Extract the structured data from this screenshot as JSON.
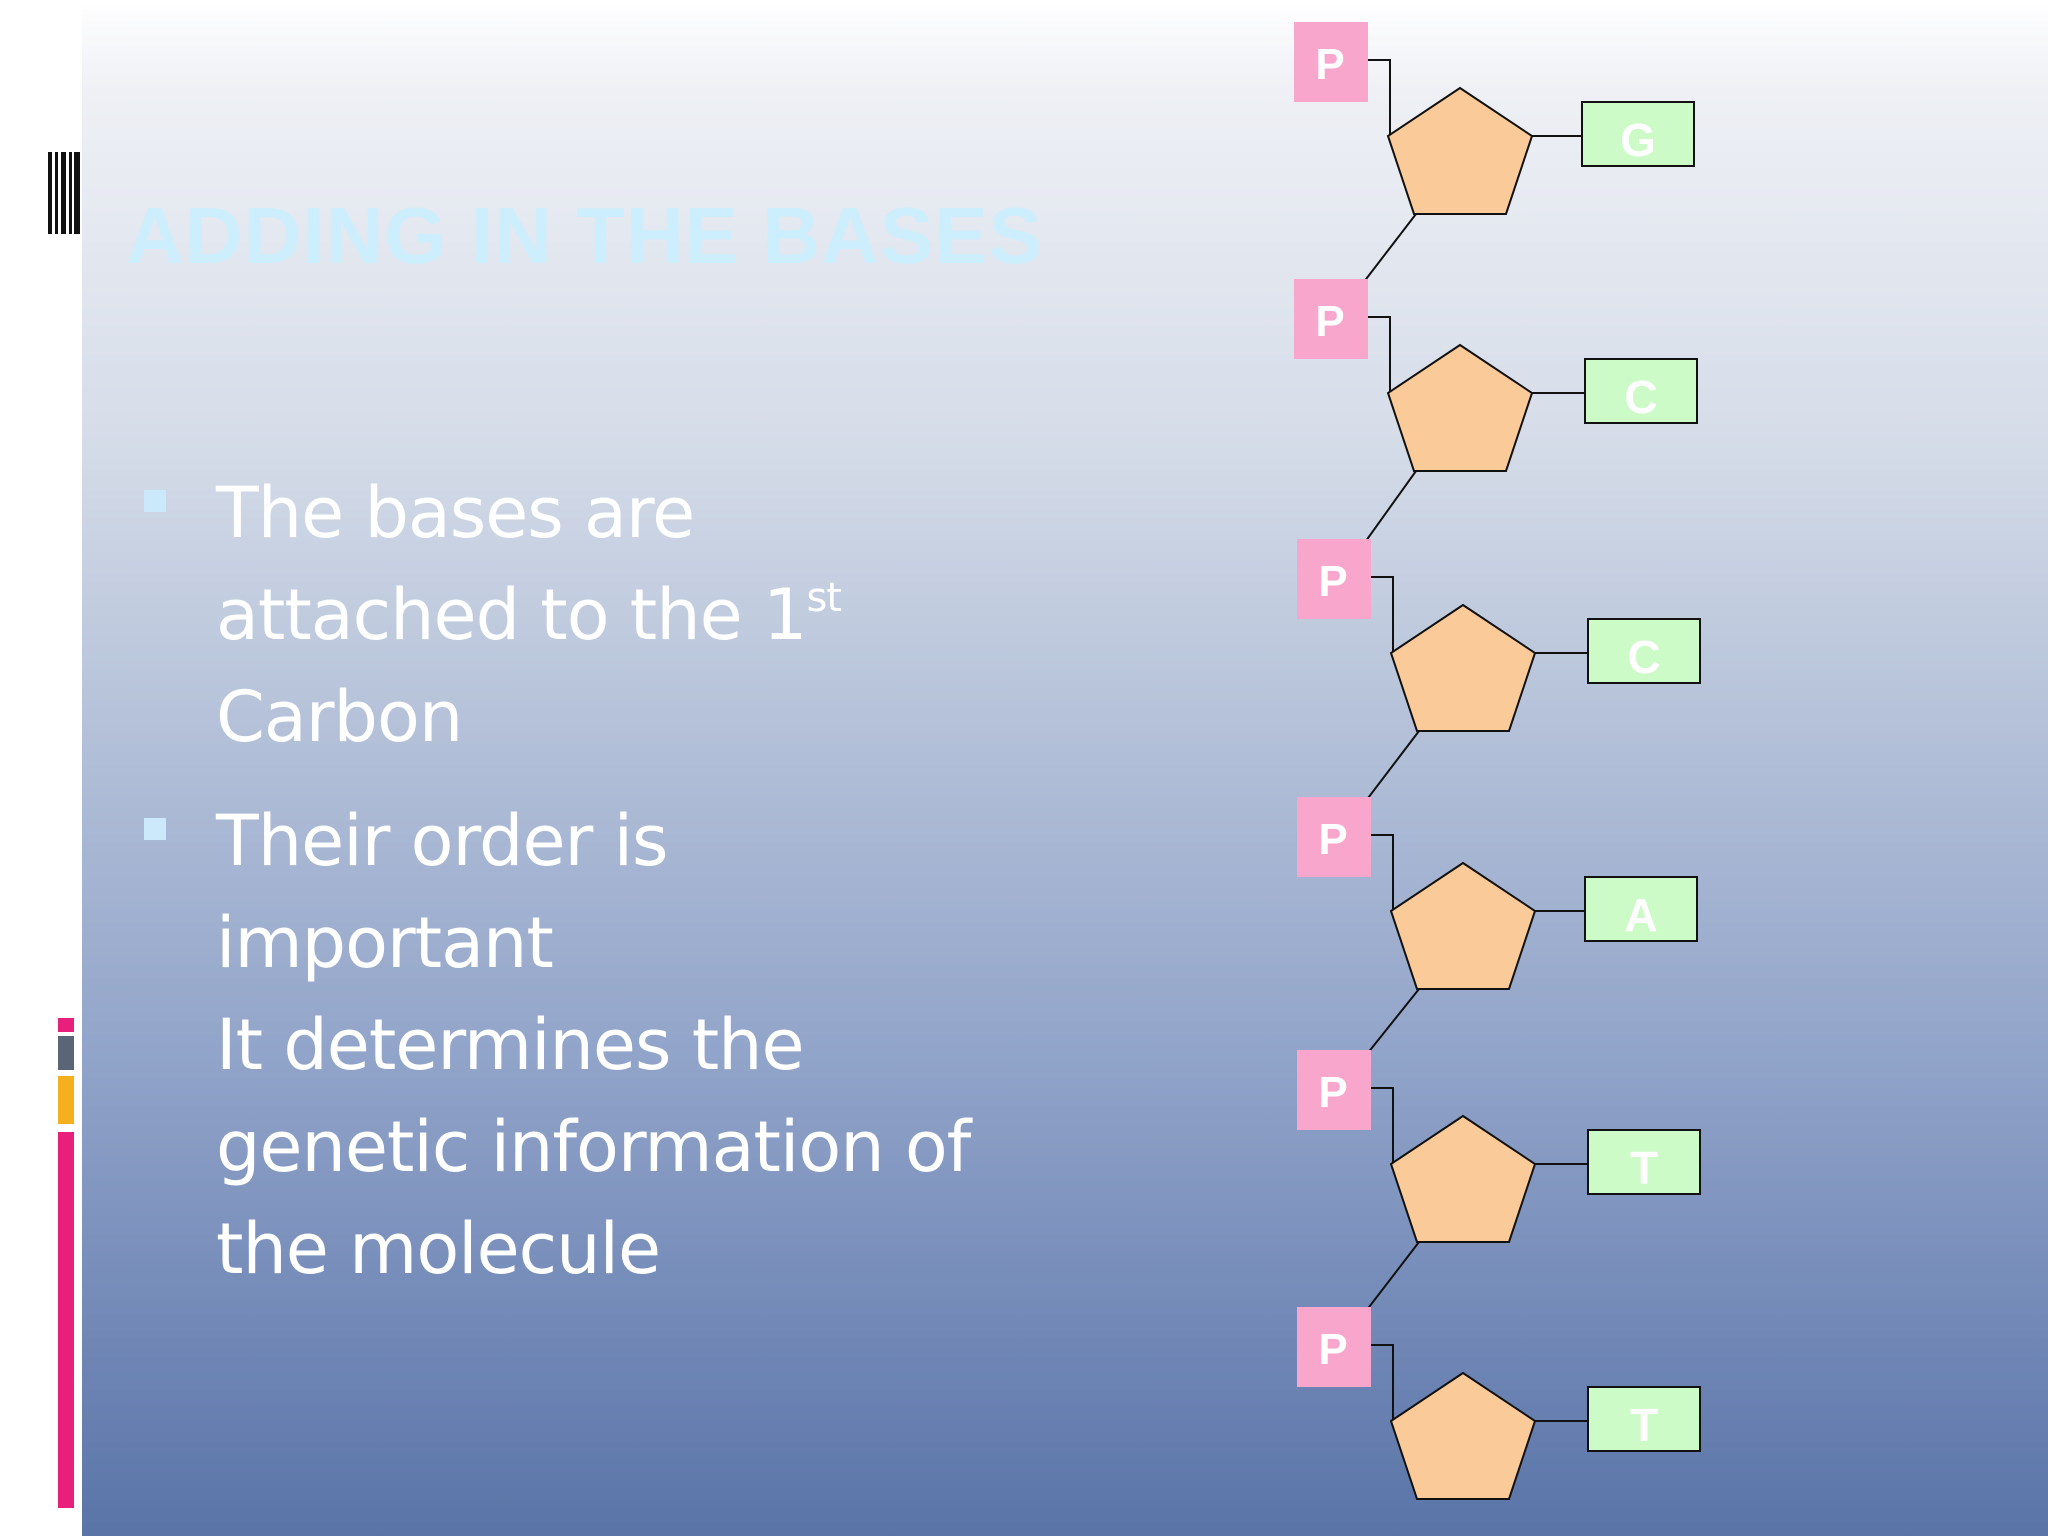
{
  "slide": {
    "title": "ADDING IN THE BASES",
    "bullets": [
      {
        "lines": [
          "The bases are",
          "attached to the 1",
          "Carbon"
        ],
        "superscript": "st"
      },
      {
        "lines": [
          "Their order is",
          "important",
          "It determines the",
          "genetic information of",
          "the molecule"
        ]
      }
    ]
  },
  "diagram": {
    "phosphate_label": "P",
    "bases": [
      "G",
      "C",
      "C",
      "A",
      "T",
      "T"
    ],
    "colors": {
      "phosphate": "#f9a6cc",
      "sugar": "#fbca99",
      "base": "#cdfbc8",
      "base_text": "#ffffff"
    }
  },
  "decor_colors": {
    "magenta": "#e8207c",
    "slate": "#5a6578",
    "gold": "#f5b020",
    "title": "#cdeefc",
    "bullet_mark": "#cce9fb"
  }
}
